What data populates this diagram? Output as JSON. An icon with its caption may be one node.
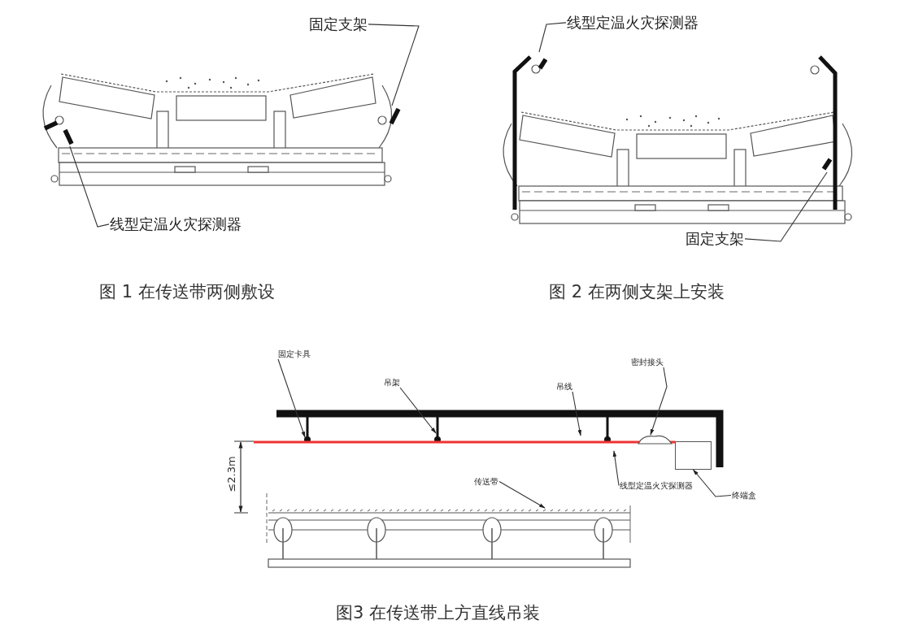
{
  "diagram": {
    "nodes": [
      {
        "text": [
          "固定支架"
        ]
      },
      {
        "text": [
          "线型定温火灾探测器"
        ]
      },
      {
        "text": [
          "线型定温火灾探测器"
        ]
      },
      {
        "text": [
          "固定支架"
        ]
      },
      {
        "text": [
          "固定卡具"
        ]
      },
      {
        "text": [
          "吊架"
        ]
      },
      {
        "text": [
          "吊线"
        ]
      },
      {
        "text": [
          "密封接头"
        ]
      },
      {
        "text": [
          "线型定温火灾探测器"
        ]
      },
      {
        "text": [
          "终端盒"
        ]
      },
      {
        "text": [
          "传送带"
        ]
      },
      {
        "text": [],
        "shape": "picture"
      },
      {
        "text": [],
        "shape": "box"
      },
      {
        "text": [],
        "shape": "picture"
      },
      {
        "text": [],
        "shape": "picture"
      },
      {
        "text": [],
        "shape": "picture"
      }
    ],
    "edges": [
      {
        "from": 0,
        "to": 14,
        "arrow": "none"
      },
      {
        "from": 1,
        "to": 15,
        "arrow": "none"
      },
      {
        "from": 2,
        "to": 11,
        "arrow": "none"
      },
      {
        "from": 3,
        "to": 13,
        "arrow": "none"
      },
      {
        "from": 4,
        "to": null,
        "arrow": "to"
      },
      {
        "from": 5,
        "to": null,
        "arrow": "to"
      },
      {
        "from": 6,
        "to": null,
        "arrow": "to"
      },
      {
        "from": 7,
        "to": null,
        "arrow": "to"
      },
      {
        "from": 8,
        "to": null,
        "arrow": "to"
      },
      {
        "from": 9,
        "to": 12,
        "arrow": "to"
      },
      {
        "from": 10,
        "to": null,
        "arrow": "to"
      }
    ],
    "labels": [
      "图 1 在传送带两侧敷设",
      "图 2 在两侧支架上安装",
      "≤2.3m",
      "图3 在传送带上方直线吊装"
    ]
  }
}
